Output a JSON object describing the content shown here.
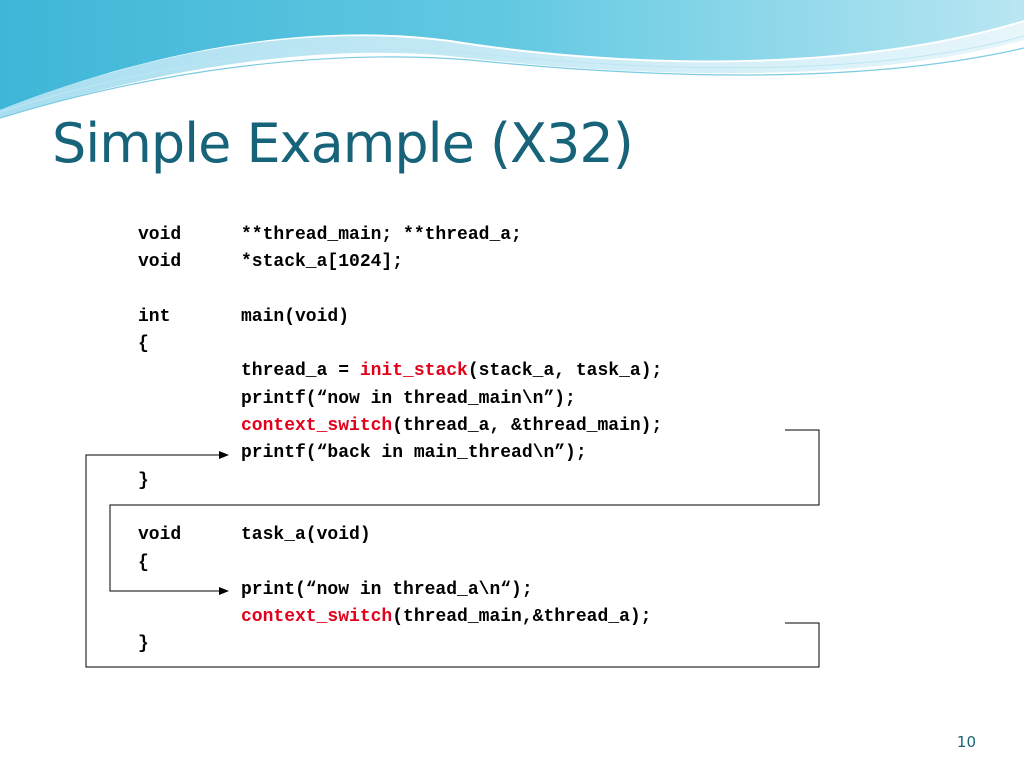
{
  "slide": {
    "title": "Simple Example (X32)",
    "page_number": "10"
  },
  "code": {
    "decl1": {
      "type": "void",
      "rest": "**thread_main; **thread_a;"
    },
    "decl2": {
      "type": "void",
      "rest": "*stack_a[1024];"
    },
    "main_sig": {
      "type": "int",
      "rest": "main(void)"
    },
    "main_open": "{",
    "main_l1": {
      "pre": "thread_a = ",
      "fn": "init_stack",
      "post": "(stack_a, task_a);"
    },
    "main_l2": "printf(“now in thread_main\\n”);",
    "main_l3": {
      "fn": "context_switch",
      "post": "(thread_a, &thread_main);"
    },
    "main_l4": "printf(“back in main_thread\\n”);",
    "main_close": "}",
    "task_sig": {
      "type": "void",
      "rest": "task_a(void)"
    },
    "task_open": "{",
    "task_l1": "print(“now in thread_a\\n“);",
    "task_l2": {
      "fn": "context_switch",
      "post": "(thread_main,&thread_a);"
    },
    "task_close": "}"
  },
  "colors": {
    "title": "#17637a",
    "highlight": "#e3001b",
    "code_text": "#000000"
  }
}
